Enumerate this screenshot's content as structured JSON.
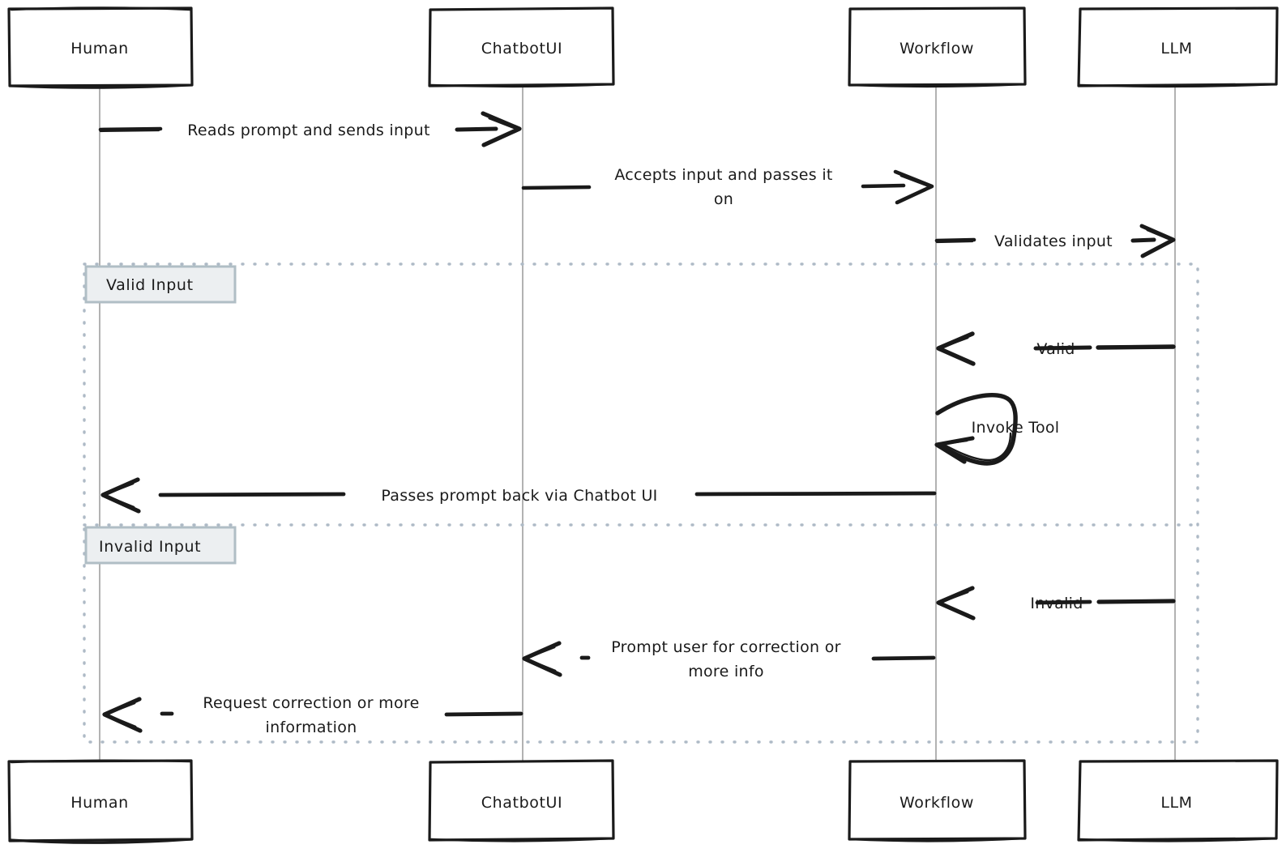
{
  "diagram": {
    "type": "sequence-diagram",
    "style": "hand-drawn",
    "background": "#ffffff",
    "stroke_color": "#1a1a1a",
    "lifeline_color": "#9e9e9e",
    "frame_border_color": "#aebac6",
    "frame_label_fill": "#eceff1",
    "frame_label_border": "#b0bec5"
  },
  "actors": [
    {
      "id": "human",
      "label": "Human"
    },
    {
      "id": "chatbotui",
      "label": "ChatbotUI"
    },
    {
      "id": "workflow",
      "label": "Workflow"
    },
    {
      "id": "llm",
      "label": "LLM"
    }
  ],
  "actors_bottom": [
    {
      "id": "human-b",
      "label": "Human"
    },
    {
      "id": "chatbotui-b",
      "label": "ChatbotUI"
    },
    {
      "id": "workflow-b",
      "label": "Workflow"
    },
    {
      "id": "llm-b",
      "label": "LLM"
    }
  ],
  "messages": [
    {
      "id": "m1",
      "from": "human",
      "to": "chatbotui",
      "direction": "right",
      "label_lines": [
        "Reads prompt and sends input"
      ]
    },
    {
      "id": "m2",
      "from": "chatbotui",
      "to": "workflow",
      "direction": "right",
      "label_lines": [
        "Accepts input and passes it",
        "on"
      ]
    },
    {
      "id": "m3",
      "from": "workflow",
      "to": "llm",
      "direction": "right",
      "label_lines": [
        "Validates input"
      ]
    },
    {
      "id": "m4",
      "from": "llm",
      "to": "workflow",
      "direction": "left",
      "label_lines": [
        "Valid"
      ]
    },
    {
      "id": "m5",
      "from": "workflow",
      "to": "workflow",
      "direction": "self",
      "label_lines": [
        "Invoke Tool"
      ]
    },
    {
      "id": "m6",
      "from": "workflow",
      "to": "human",
      "direction": "left",
      "label_lines": [
        "Passes prompt back via Chatbot UI"
      ]
    },
    {
      "id": "m7",
      "from": "llm",
      "to": "workflow",
      "direction": "left",
      "label_lines": [
        "Invalid"
      ]
    },
    {
      "id": "m8",
      "from": "workflow",
      "to": "chatbotui",
      "direction": "left",
      "label_lines": [
        "Prompt user for correction or",
        "more info"
      ]
    },
    {
      "id": "m9",
      "from": "chatbotui",
      "to": "human",
      "direction": "left",
      "label_lines": [
        "Request correction or more",
        "information"
      ]
    }
  ],
  "fragments": [
    {
      "id": "f1",
      "label": "Valid Input"
    },
    {
      "id": "f2",
      "label": "Invalid Input"
    }
  ]
}
